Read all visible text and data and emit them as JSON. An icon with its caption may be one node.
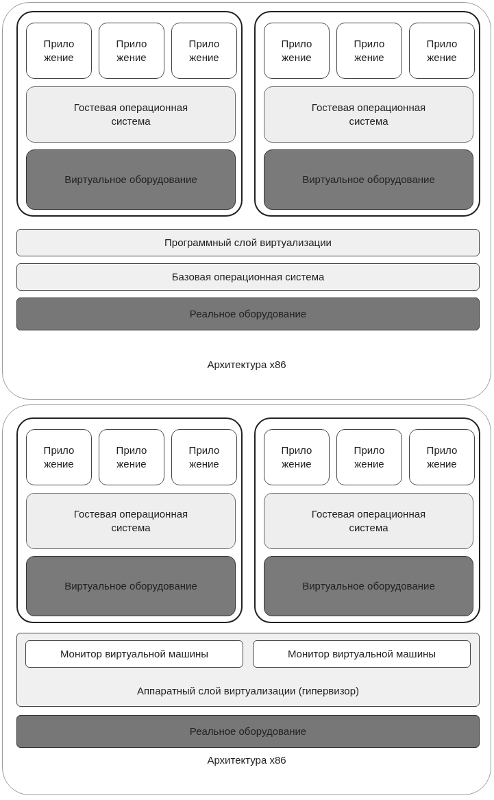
{
  "diagram": {
    "nodes": [
      {
        "text": [
          "Архитектура x86"
        ]
      },
      {
        "text": [],
        "shape": "box",
        "in": 0
      },
      {
        "text": [
          "Прило жение"
        ],
        "in": 1
      },
      {
        "text": [
          "Прило жение"
        ],
        "in": 1
      },
      {
        "text": [
          "Прило жение"
        ],
        "in": 1
      },
      {
        "text": [
          "Гостевая операционная система"
        ],
        "in": 1
      },
      {
        "text": [
          "Виртуальное оборудование"
        ],
        "in": 1
      },
      {
        "text": [],
        "shape": "box",
        "in": 0
      },
      {
        "text": [
          "Прило жение"
        ],
        "in": 7
      },
      {
        "text": [
          "Прило жение"
        ],
        "in": 7
      },
      {
        "text": [
          "Прило жение"
        ],
        "in": 7
      },
      {
        "text": [
          "Гостевая операционная система"
        ],
        "in": 7
      },
      {
        "text": [
          "Виртуальное оборудование"
        ],
        "in": 7
      },
      {
        "text": [
          "Программный слой виртуализации"
        ],
        "in": 0
      },
      {
        "text": [
          "Базовая операционная система"
        ],
        "in": 0
      },
      {
        "text": [
          "Реальное оборудование"
        ],
        "in": 0
      },
      {
        "text": [
          "Архитектура x86"
        ]
      },
      {
        "text": [],
        "shape": "box",
        "in": 16
      },
      {
        "text": [
          "Прило жение"
        ],
        "in": 17
      },
      {
        "text": [
          "Прило жение"
        ],
        "in": 17
      },
      {
        "text": [
          "Прило жение"
        ],
        "in": 17
      },
      {
        "text": [
          "Гостевая операционная система"
        ],
        "in": 17
      },
      {
        "text": [
          "Виртуальное оборудование"
        ],
        "in": 17
      },
      {
        "text": [],
        "shape": "box",
        "in": 16
      },
      {
        "text": [
          "Прило жение"
        ],
        "in": 23
      },
      {
        "text": [
          "Прило жение"
        ],
        "in": 23
      },
      {
        "text": [
          "Прило жение"
        ],
        "in": 23
      },
      {
        "text": [
          "Гостевая операционная система"
        ],
        "in": 23
      },
      {
        "text": [
          "Виртуальное оборудование"
        ],
        "in": 23
      },
      {
        "text": [
          "Аппаратный слой виртуализации (гипервизор)"
        ],
        "in": 16
      },
      {
        "text": [
          "Монитор виртуальной машины"
        ],
        "in": 29
      },
      {
        "text": [
          "Монитор виртуальной машины"
        ],
        "in": 29
      },
      {
        "text": [
          "Реальное оборудование"
        ],
        "in": 16
      }
    ]
  }
}
